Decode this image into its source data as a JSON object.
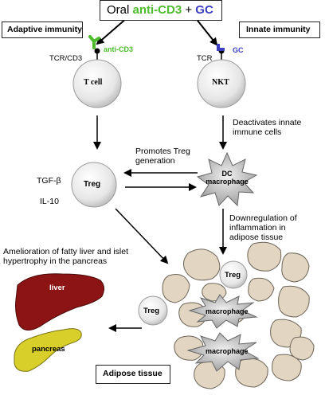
{
  "title": {
    "part1": "Oral",
    "part2": "anti-CD3",
    "part3": "+",
    "part4": "GC"
  },
  "adaptive_label": "Adaptive immunity",
  "innate_label": "Innate immunity",
  "tcr_cd3_label": "TCR/CD3",
  "anticd3_label": "anti-CD3",
  "tcr_label": "TCR",
  "gc_label": "GC",
  "tcell_label": "T cell",
  "nkt_label": "NKT",
  "deactivates_label": "Deactivates innate\nimmune cells",
  "promotes_label": "Promotes Treg\ngeneration",
  "tgf_label": "TGF-β",
  "il10_label": "IL-10",
  "treg_label": "Treg",
  "dc_macrophage_label": "DC\nmacrophage",
  "downregulation_label": "Downregulation of\ninflammation in\nadipose tissue",
  "amelioration_label": "Amelioration of fatty liver and islet\nhypertrophy in the pancreas",
  "liver_label": "liver",
  "pancreas_label": "pancreas",
  "adipose_treg_label": "Treg",
  "macrophage_label": "macrophage",
  "adipose_label": "Adipose tissue",
  "colors": {
    "green": "#4cbc2c",
    "blue": "#3b3fbf",
    "liver": "#8c1414",
    "pancreas": "#d8cf2a",
    "fat": "#e2d6c2"
  }
}
